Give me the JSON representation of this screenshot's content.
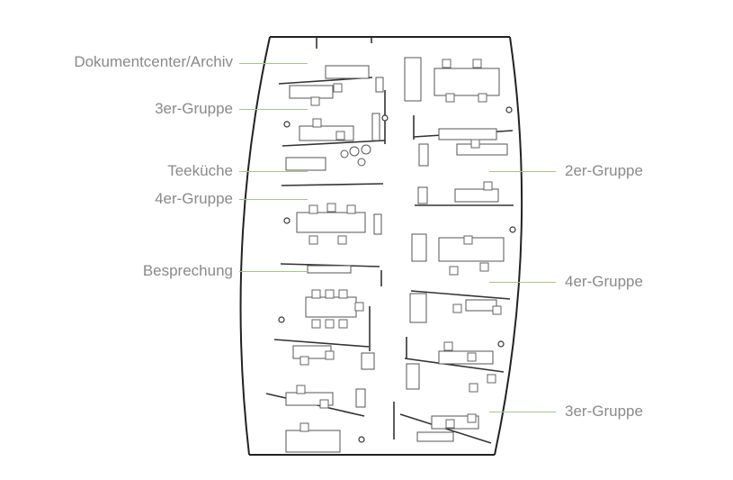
{
  "left_labels": [
    {
      "id": "dokumentcenter",
      "text": "Dokumentcenter/Archiv"
    },
    {
      "id": "3er-links",
      "text": "3er-Gruppe"
    },
    {
      "id": "teekueche",
      "text": "Teeküche"
    },
    {
      "id": "4er-links",
      "text": "4er-Gruppe"
    },
    {
      "id": "besprechung",
      "text": "Besprechung"
    }
  ],
  "right_labels": [
    {
      "id": "2er-rechts",
      "text": "2er-Gruppe"
    },
    {
      "id": "4er-rechts",
      "text": "4er-Gruppe"
    },
    {
      "id": "3er-rechts",
      "text": "3er-Gruppe"
    }
  ],
  "colors": {
    "label_text": "#8a8a8a",
    "leader_line": "#a9c48a",
    "wall": "#222222",
    "furniture": "#555555"
  }
}
